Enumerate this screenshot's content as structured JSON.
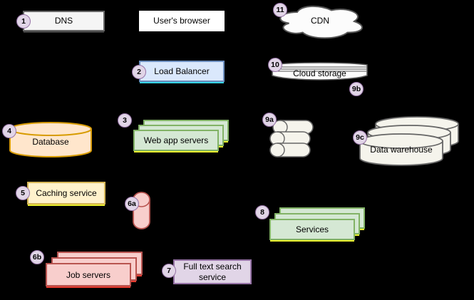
{
  "diagram": {
    "background": "#000000",
    "badge_style": {
      "fill": "#e1d5e7",
      "stroke": "#9673a6"
    },
    "nodes": {
      "dns": {
        "badge": "1",
        "label": "DNS",
        "fill": "#f5f5f5",
        "stroke": "#666666"
      },
      "users_browser": {
        "label": "User's browser",
        "fill": "#ffffff"
      },
      "load_balancer": {
        "badge": "2",
        "label": "Load Balancer",
        "fill": "#dae8fc",
        "stroke": "#6c8ebf",
        "accent": "#35d3e6"
      },
      "web_app_servers": {
        "badge": "3",
        "label": "Web app servers",
        "fill": "#d5e8d4",
        "stroke": "#82b366",
        "accent": "#e8ee2e"
      },
      "database": {
        "badge": "4",
        "label": "Database",
        "fill": "#ffe6cc",
        "stroke": "#d79b00"
      },
      "caching_service": {
        "badge": "5",
        "label": "Caching service",
        "fill": "#fff2cc",
        "stroke": "#d6b656"
      },
      "queue_6a": {
        "badge": "6a",
        "fill": "#f8cecc",
        "stroke": "#b85450"
      },
      "job_servers": {
        "badge": "6b",
        "label": "Job servers",
        "fill": "#f8cecc",
        "stroke": "#b85450",
        "accent": "#e23a2e"
      },
      "full_text_search": {
        "badge": "7",
        "label": "Full text search service",
        "fill": "#e1d5e7",
        "stroke": "#9673a6"
      },
      "services": {
        "badge": "8",
        "label": "Services",
        "fill": "#d5e8d4",
        "stroke": "#82b366",
        "accent": "#e8ee2e"
      },
      "queue_9a": {
        "badge": "9a",
        "fill": "#f5f4ec",
        "stroke": "#666666"
      },
      "marker_9b": {
        "badge": "9b"
      },
      "data_warehouse": {
        "badge": "9c",
        "label": "Data warehouse",
        "fill": "#f5f4ec",
        "stroke": "#666666"
      },
      "cloud_storage": {
        "badge": "10",
        "label": "Cloud storage",
        "fill": "#fcfcfc",
        "stroke": "#565656"
      },
      "cdn": {
        "badge": "11",
        "label": "CDN",
        "fill": "#fcfcfc",
        "stroke": "#565656"
      }
    }
  }
}
